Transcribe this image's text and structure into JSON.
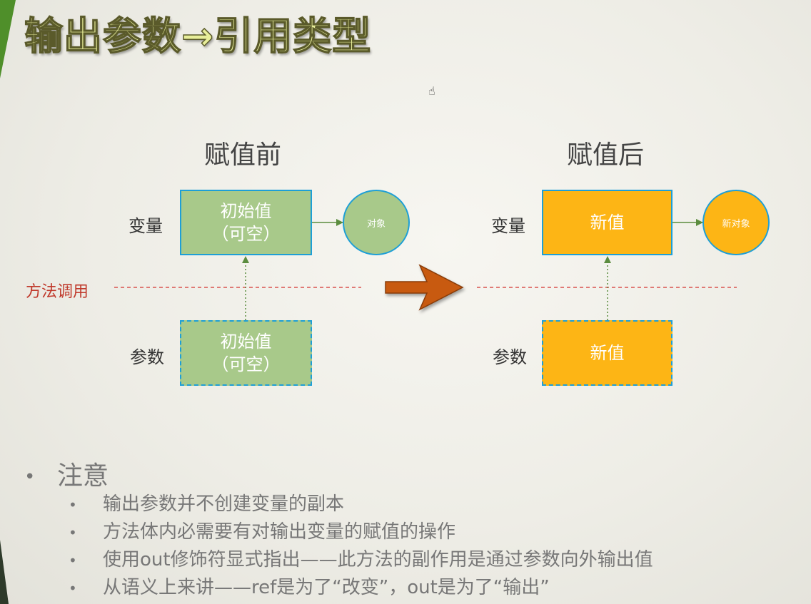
{
  "slide": {
    "title": "输出参数→引用类型"
  },
  "diagram": {
    "before": {
      "heading": "赋值前",
      "variable_label": "变量",
      "parameter_label": "参数",
      "variable_box_line1": "初始值",
      "variable_box_line2": "（可空）",
      "parameter_box_line1": "初始值",
      "parameter_box_line2": "（可空）",
      "object_label": "对象"
    },
    "after": {
      "heading": "赋值后",
      "variable_label": "变量",
      "parameter_label": "参数",
      "variable_box": "新值",
      "parameter_box": "新值",
      "object_label": "新对象"
    },
    "call_label": "方法调用",
    "colors": {
      "green_fill": "#a8c98a",
      "orange_fill": "#fdb515",
      "border_blue": "#1e9fd6",
      "arrow_green": "#5b8c3e",
      "transition_arrow": "#c85a10",
      "call_line_red": "#d9534f"
    }
  },
  "notes": {
    "heading": "注意",
    "items": [
      "输出参数并不创建变量的副本",
      "方法体内必需要有对输出变量的赋值的操作",
      "使用out修饰符显式指出——此方法的副作用是通过参数向外输出值",
      "从语义上来讲——ref是为了“改变”，out是为了“输出”"
    ]
  },
  "icons": {
    "cursor": "hand-cursor-icon",
    "bullet": "bullet-dot-icon"
  }
}
